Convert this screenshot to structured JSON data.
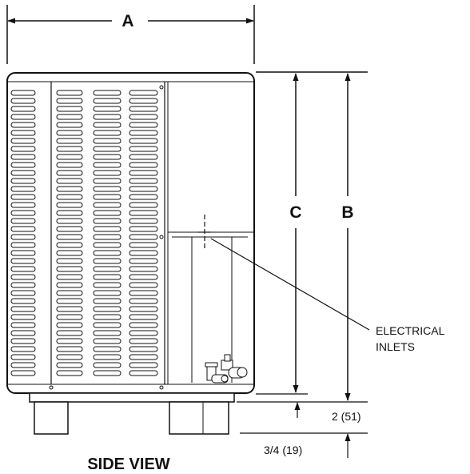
{
  "title": "SIDE VIEW",
  "dimensions": {
    "a": "A",
    "b": "B",
    "c": "C",
    "base_height": "2 (51)",
    "foot_height": "3/4 (19)"
  },
  "callout": {
    "line1": "ELECTRICAL",
    "line2": "INLETS"
  },
  "style": {
    "line_color": "#111111",
    "background": "#ffffff"
  }
}
